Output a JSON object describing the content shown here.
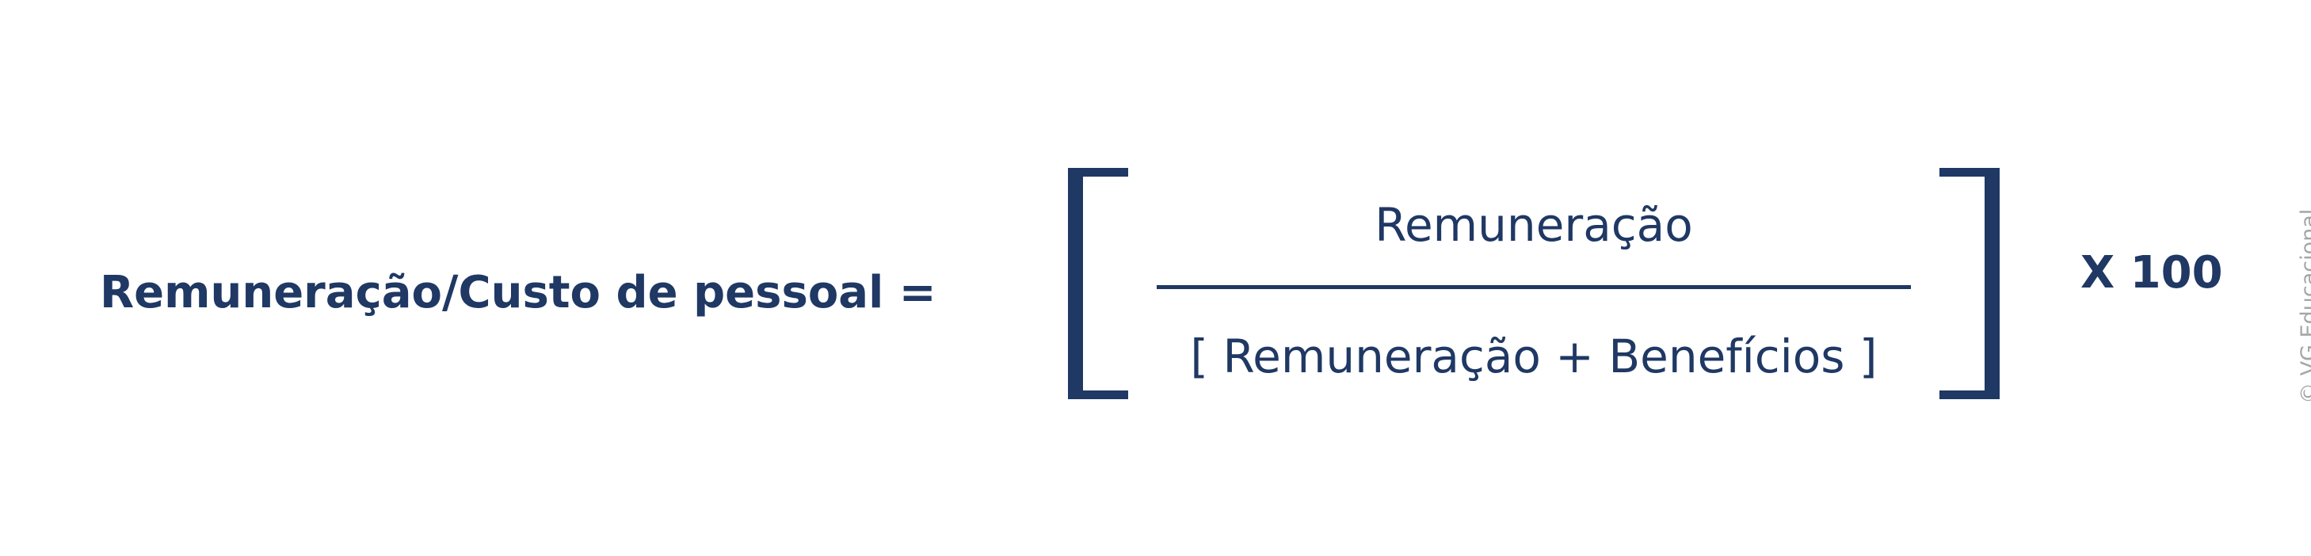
{
  "formula": {
    "lhs": "Remuneração/Custo de pessoal =",
    "numerator": "Remuneração",
    "denominator": "[ Remuneração + Benefícios ]",
    "multiplier": "X 100"
  },
  "watermark": "© VG Educacional",
  "colors": {
    "text": "#1f3864",
    "watermark": "#a6a6a6",
    "background": "#ffffff"
  }
}
